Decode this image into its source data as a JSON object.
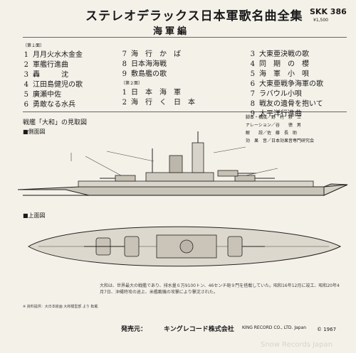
{
  "header": {
    "title": "ステレオデラックス日本軍歌名曲全集",
    "catalog": "SKK 386",
    "price": "¥1,500",
    "subtitle": "海軍編"
  },
  "tracks": {
    "side1_label": "〔第１面〕",
    "side1": [
      {
        "num": "1",
        "title": "月月火水木金金"
      },
      {
        "num": "2",
        "title": "軍艦行進曲"
      },
      {
        "num": "3",
        "title": "轟　　　沈"
      },
      {
        "num": "4",
        "title": "江田島健児の歌"
      },
      {
        "num": "5",
        "title": "廣瀬中佐"
      },
      {
        "num": "6",
        "title": "勇敢なる水兵"
      }
    ],
    "col2": [
      {
        "num": "7",
        "title": "海　行　か　ば"
      },
      {
        "num": "8",
        "title": "日本海海戦"
      },
      {
        "num": "9",
        "title": "敷島艦の歌"
      }
    ],
    "side2_label": "〔第２面〕",
    "side2": [
      {
        "num": "1",
        "title": "日　本　海　軍"
      },
      {
        "num": "2",
        "title": "海　行　く　日　本"
      }
    ],
    "col3": [
      {
        "num": "3",
        "title": "大東亜決戦の歌"
      },
      {
        "num": "4",
        "title": "同　期　の　櫻"
      },
      {
        "num": "5",
        "title": "海　軍　小　唄"
      },
      {
        "num": "6",
        "title": "大東亜戦争海軍の歌"
      },
      {
        "num": "7",
        "title": "ラバウル小唄"
      },
      {
        "num": "8",
        "title": "戦友の遺骨を抱いて"
      },
      {
        "num": "9",
        "title": "太平洋行進曲"
      }
    ]
  },
  "diagram": {
    "title": "戦艦「大和」の見取図",
    "side_view": "■側面図",
    "top_view": "■上面図"
  },
  "credits": [
    "脚本・構成／野　村　耕　三",
    "ナレーション／谷　　徳　男",
    "解　　説／佐　藤　長　助",
    "効　果　音／日本効果音専門研究会"
  ],
  "notes": {
    "body": "大和は、世界最大の戦艦であり、排水量６万9100トン、46センチ砲９門を搭載していた。昭和16年12月に竣工、昭和20年4月7日、沖縄特攻の途上、米艦載機の攻撃により撃沈された。",
    "footer": "※ 資料提供：大日本絵画 大和模型部 より 転載"
  },
  "footer": {
    "publisher_label": "発売元：",
    "publisher": "キングレコード株式会社",
    "company_en": "KING RECORD CO., LTD. Japan",
    "copyright": "© 1967"
  },
  "watermark": "Snow Records Japan"
}
